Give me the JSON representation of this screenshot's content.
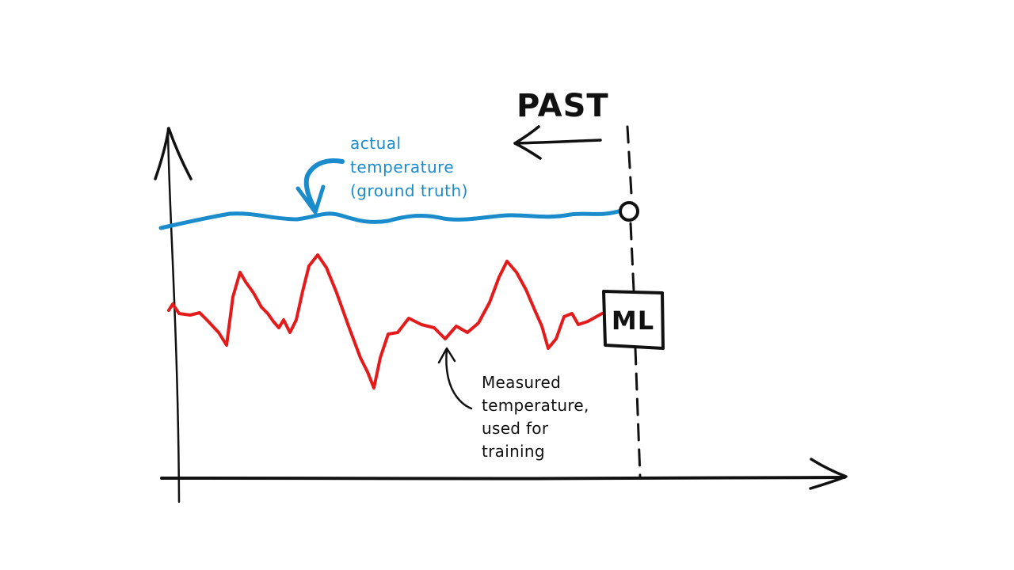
{
  "diagram": {
    "past_label": "PAST",
    "ml_label": "ML",
    "ground_truth_annotation": {
      "lines": [
        "actual",
        "temperature",
        "(ground truth)"
      ]
    },
    "measured_annotation": {
      "lines": [
        "Measured",
        "temperature,",
        "used for",
        "training"
      ]
    },
    "colors": {
      "ground_truth": "#1a8ccc",
      "measured": "#e31b1b",
      "ink": "#111111",
      "background": "#ffffff"
    }
  }
}
